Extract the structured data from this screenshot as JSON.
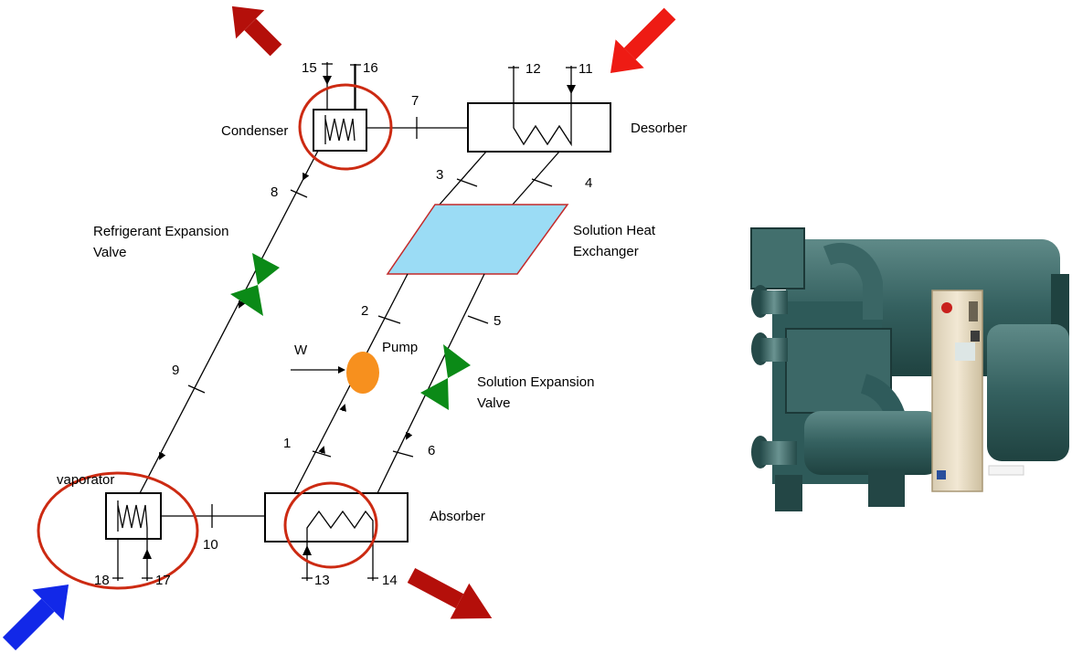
{
  "diagram": {
    "components": {
      "condenser": "Condenser",
      "desorber": "Desorber",
      "evaporator": "vaporator",
      "absorber": "Absorber",
      "pump": "Pump",
      "work": "W",
      "shx_line1": "Solution Heat",
      "shx_line2": "Exchanger",
      "rev_line1": "Refrigerant Expansion",
      "rev_line2": "Valve",
      "sev_line1": "Solution Expansion",
      "sev_line2": "Valve"
    },
    "state_points": [
      "1",
      "2",
      "3",
      "4",
      "5",
      "6",
      "7",
      "8",
      "9",
      "10",
      "11",
      "12",
      "13",
      "14",
      "15",
      "16",
      "17",
      "18"
    ]
  },
  "colors": {
    "heat_out_arrow": "#b40f0a",
    "heat_in_arrow": "#ee1b14",
    "cold_in_arrow": "#1228e8",
    "highlight_circle": "#cc2a12",
    "valve": "#0b8a17",
    "pump": "#f7901e",
    "heat_exchanger_fill": "#9bdcf5",
    "heat_exchanger_border": "#c42a2a",
    "chiller_body": "#2f5b5b",
    "control_panel": "#e9ddc6"
  },
  "icons": {
    "photo": "absorption-chiller-photo"
  }
}
